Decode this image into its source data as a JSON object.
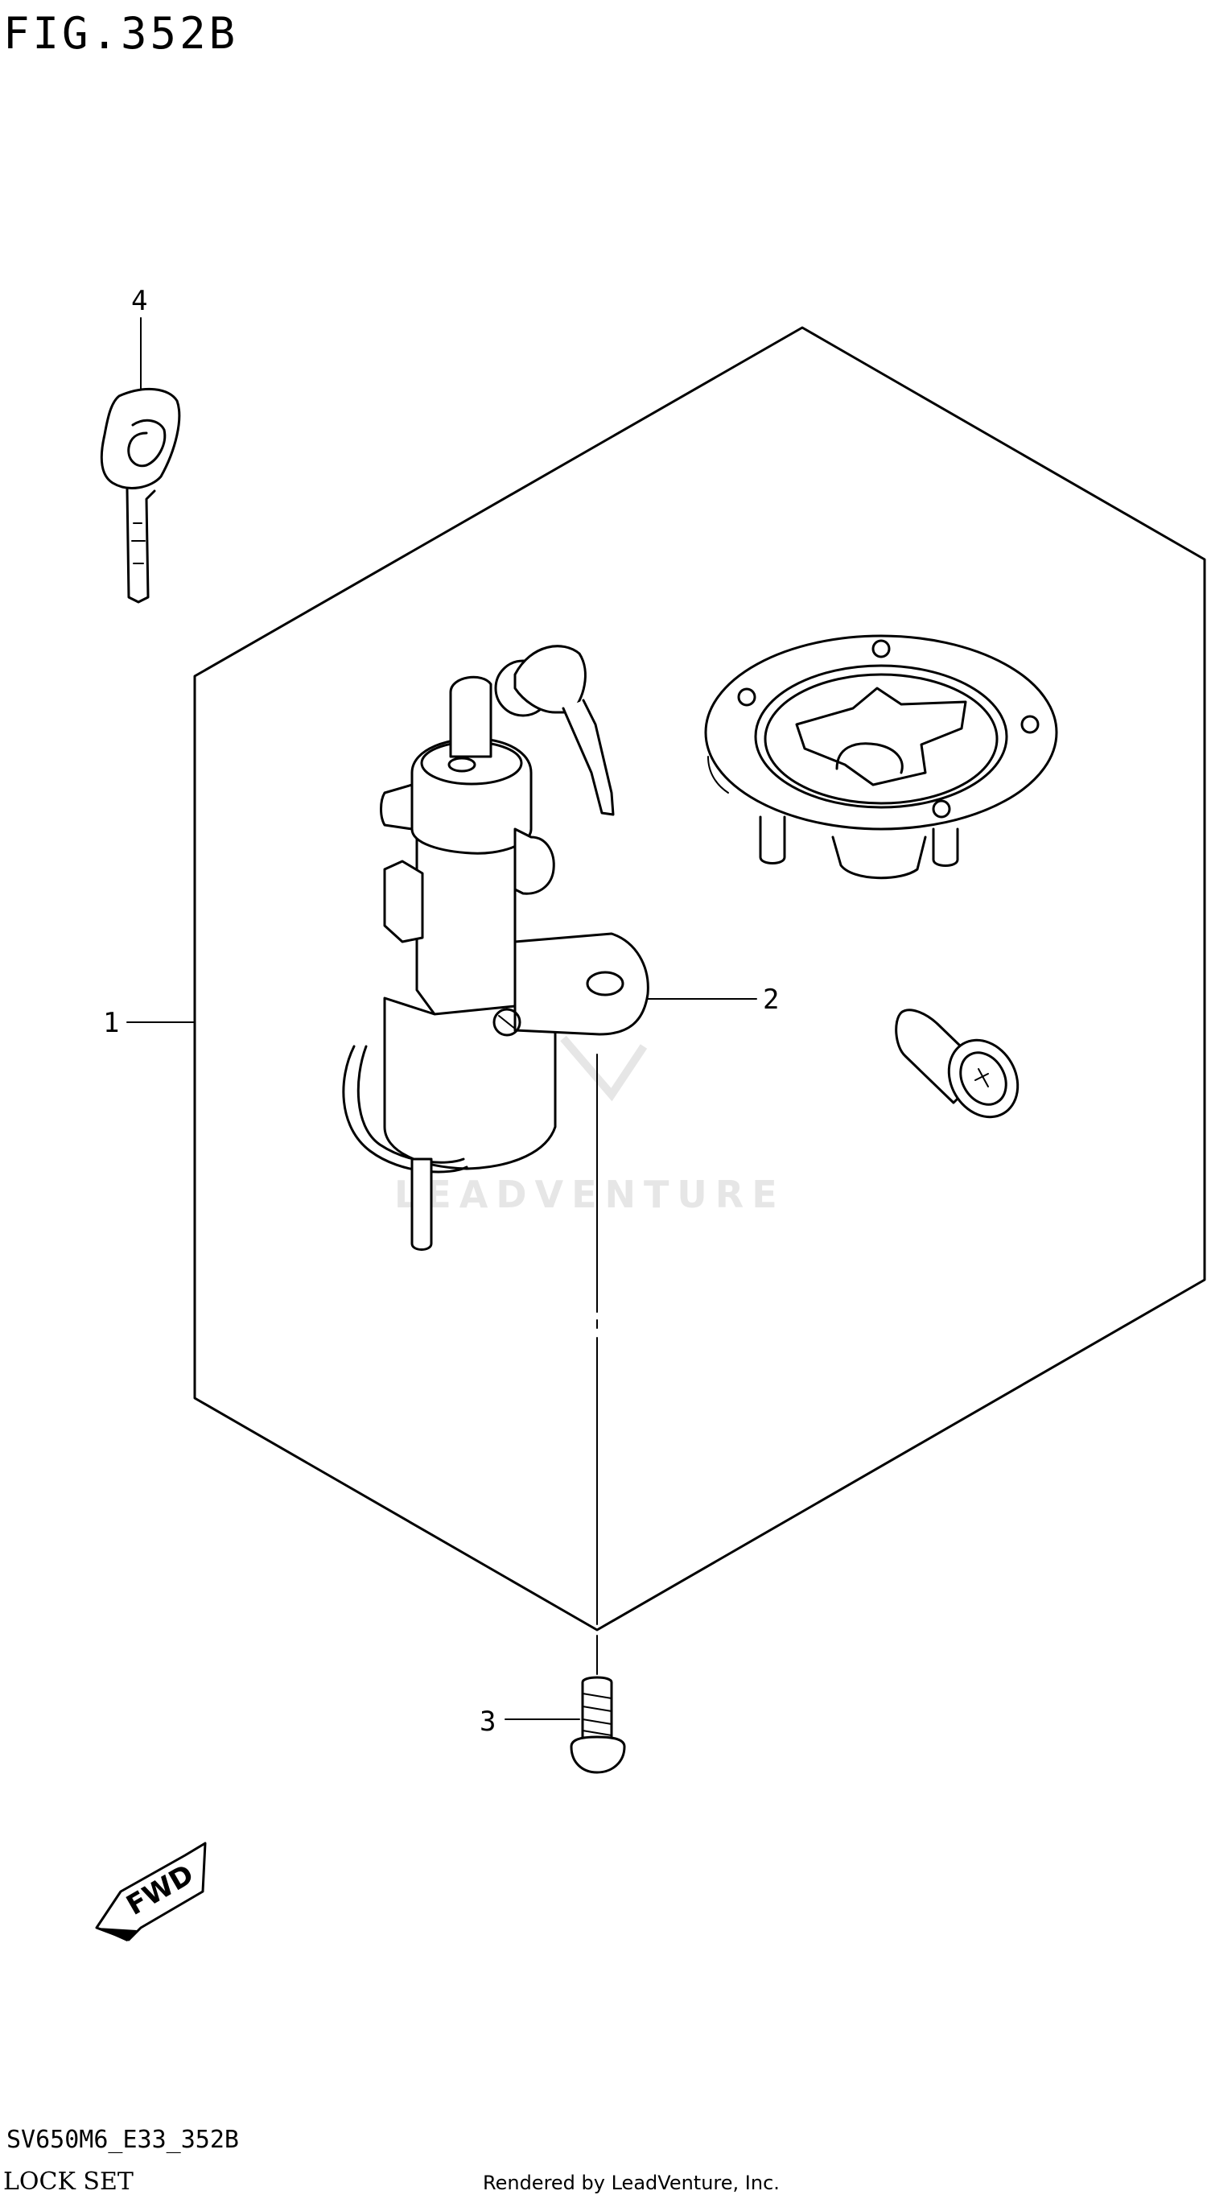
{
  "figure": {
    "title": "FIG.352B"
  },
  "callouts": [
    {
      "number": "1"
    },
    {
      "number": "2"
    },
    {
      "number": "3"
    },
    {
      "number": "4"
    }
  ],
  "direction_arrow": {
    "label": "FWD"
  },
  "watermark": {
    "text": "LEADVENTURE"
  },
  "footer": {
    "model_code": "SV650M6_E33_352B",
    "section_name": "LOCK SET",
    "rendered_by": "Rendered by LeadVenture, Inc."
  }
}
